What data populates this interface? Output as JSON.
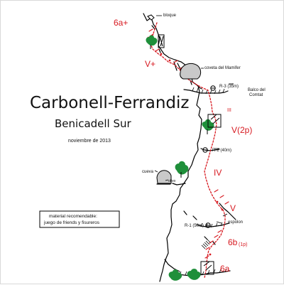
{
  "topo": {
    "title": "Carbonell-Ferrandiz",
    "subtitle": "Benicadell Sur",
    "date": "noviembre de 2013",
    "note_line1": "material recomendable:",
    "note_line2": "juego de friends y fisureros",
    "labels": {
      "bloque": "bloque",
      "coveta": "coveta del Mamifer",
      "balco": "Balco del",
      "comtat": "Comtat",
      "r3": "R-3 (35m)",
      "r2": "R-2 (40m)",
      "r1": "R-1 (50m)",
      "cueva": "cueva",
      "olivo": "olivo",
      "espolon": "espolon"
    },
    "grades": {
      "g6aplus": "6a+",
      "gvplus": "V+",
      "giii": "III",
      "gv2p": "V(2p)",
      "giv": "IV",
      "gv": "V",
      "g6b": "6b",
      "g6b_detail": "(1p)",
      "g6a": "6a"
    },
    "colors": {
      "route": "#d71920",
      "rock": "#000000",
      "tree": "#1f8f3a",
      "boulder": "#c9c9c9"
    }
  }
}
